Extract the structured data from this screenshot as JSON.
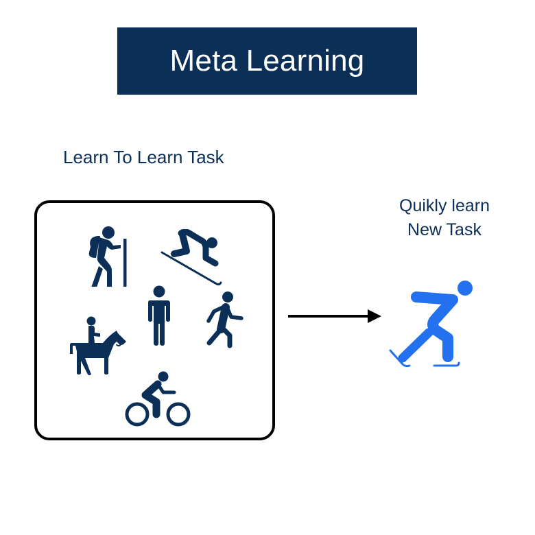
{
  "title": {
    "text": "Meta Learning",
    "background": "#0c2f57",
    "color": "#ffffff"
  },
  "left_section": {
    "label": "Learn To Learn Task",
    "icons": [
      "hiker-icon",
      "skier-icon",
      "standing-person-icon",
      "walking-person-icon",
      "horse-rider-icon",
      "cyclist-icon"
    ],
    "icon_color": "#0c2f57"
  },
  "right_section": {
    "label_line1": "Quikly learn",
    "label_line2": "New Task",
    "icon": "ice-skater-icon",
    "icon_color": "#2471f0"
  },
  "arrow": {
    "direction": "right",
    "color": "#000000"
  },
  "colors": {
    "navy": "#0c2f57",
    "blue": "#2471f0",
    "text": "#0c2f57"
  }
}
